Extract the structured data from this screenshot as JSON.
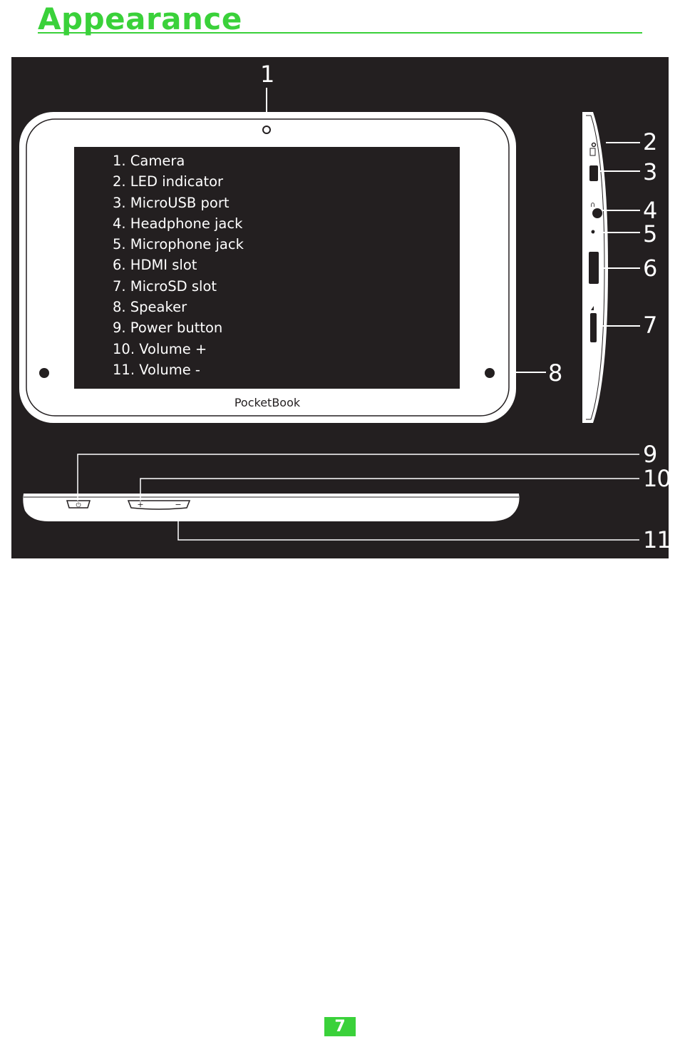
{
  "heading": "Appearance",
  "legend": [
    "1. Camera",
    "2. LED indicator",
    "3. MicroUSB port",
    "4. Headphone jack",
    "5. Microphone jack",
    "6. HDMI slot",
    "7. MicroSD slot",
    "8. Speaker",
    "9. Power button",
    "10. Volume +",
    "11. Volume -"
  ],
  "callouts": [
    "1",
    "2",
    "3",
    "4",
    "5",
    "6",
    "7",
    "8",
    "9",
    "10",
    "11"
  ],
  "brand": "PocketBook",
  "page_number": "7",
  "colors": {
    "accent": "#3ad13a",
    "figure_background": "#231f20",
    "device_body": "#ffffff"
  }
}
